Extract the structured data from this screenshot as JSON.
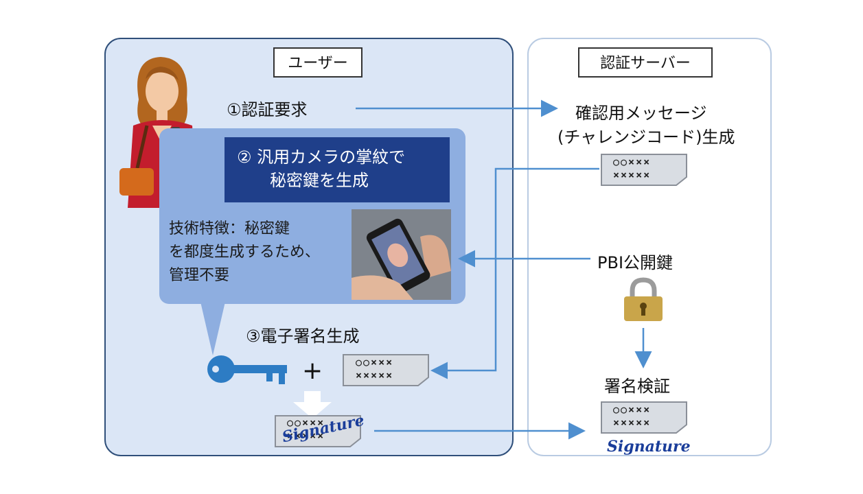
{
  "user_panel": {
    "title": "ユーザー"
  },
  "server_panel": {
    "title": "認証サーバー"
  },
  "steps": {
    "step1": "①認証要求",
    "step2_line1": "② 汎用カメラの掌紋で",
    "step2_line2": "秘密鍵を生成",
    "step3": "③電子署名生成"
  },
  "feature_text": [
    "技術特徴：秘密鍵",
    "を都度生成するため、",
    "管理不要"
  ],
  "server": {
    "challenge_line1": "確認用メッセージ",
    "challenge_line2": "(チャレンジコード)生成",
    "public_key": "PBI公開鍵",
    "verify": "署名検証"
  },
  "plus": "+",
  "card": {
    "line1": "○○×××",
    "line2": "×××××"
  },
  "signature_word": "Signature",
  "icons": [
    "user-woman-illustration",
    "palm-photo",
    "key-icon",
    "lock-icon",
    "down-arrow-icon"
  ],
  "colors": {
    "panel_fill": "#dbe6f6",
    "bubble": "#8eaee0",
    "step2_box": "#1f3f8a",
    "arrow": "#4f8fcf"
  }
}
